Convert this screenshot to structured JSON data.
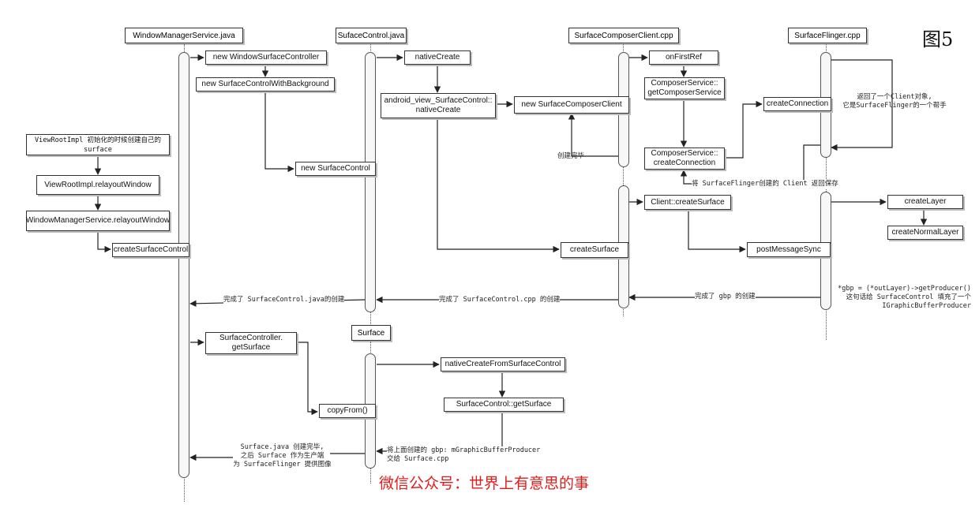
{
  "figure_label": "图5",
  "watermark": "微信公众号：世界上有意思的事",
  "lifelines": {
    "wms": "WindowManagerService.java",
    "sc": "SufaceControl.java",
    "scc": "SurfaceComposerClient.cpp",
    "sf": "SurfaceFlinger.cpp",
    "surface": "Surface"
  },
  "boxes": {
    "new_wsc": "new WindowSurfaceController",
    "new_scwb": "new SurfaceControlWithBackground",
    "new_sc": "new SurfaceControl",
    "native_create": "nativeCreate",
    "android_native_create": "android_view_SurfaceControl::\nnativeCreate",
    "new_scc": "new SurfaceComposerClient",
    "on_first_ref": "onFirstRef",
    "cs_get": "ComposerService::\ngetComposerService",
    "cs_create_conn": "ComposerService::\ncreateConnection",
    "create_connection": "createConnection",
    "viewroot_init": "ViewRootImpl 初始化的时候创建自己的\nsurface",
    "viewroot_relayout": "ViewRootImpl.relayoutWindow",
    "wms_relayout": "WindowManagerService.relayoutWindow",
    "create_surface_control": "createSurfaceControl",
    "create_surface": "createSurface",
    "client_create_surface": "Client::createSurface",
    "post_message_sync": "postMessageSync",
    "create_layer": "createLayer",
    "create_normal_layer": "createNormalLayer",
    "surface_controller_get": "SurfaceController.\ngetSurface",
    "copy_from": "copyFrom()",
    "native_create_from_sc": "nativeCreateFromSurfaceControl",
    "sc_get_surface": "SurfaceControl::getSurface"
  },
  "notes": {
    "return_client": "返回了一个Client对象,\n它是SurfaceFlinger的一个帮手",
    "create_done": "创建完毕",
    "save_client": "将 SurfaceFlinger创建的 Client 返回保存",
    "gbp_note": "*gbp = (*outLayer)->getProducer()\n这句话给 SurfaceControl 填充了一个\nIGraphicBufferProducer",
    "gbp_done": "完成了 gbp 的创建",
    "sc_cpp_done": "完成了 SurfaceControl.cpp 的创建",
    "sc_java_done": "完成了 SurfaceControl.java的创建",
    "surface_java_done": "Surface.java 创建完毕,\n之后 Surface 作为生产端\n为 SurfaceFlinger 提供图像",
    "gbp_handover": "将上面创建的 gbp: mGraphicBufferProducer\n交给 Surface.cpp"
  }
}
